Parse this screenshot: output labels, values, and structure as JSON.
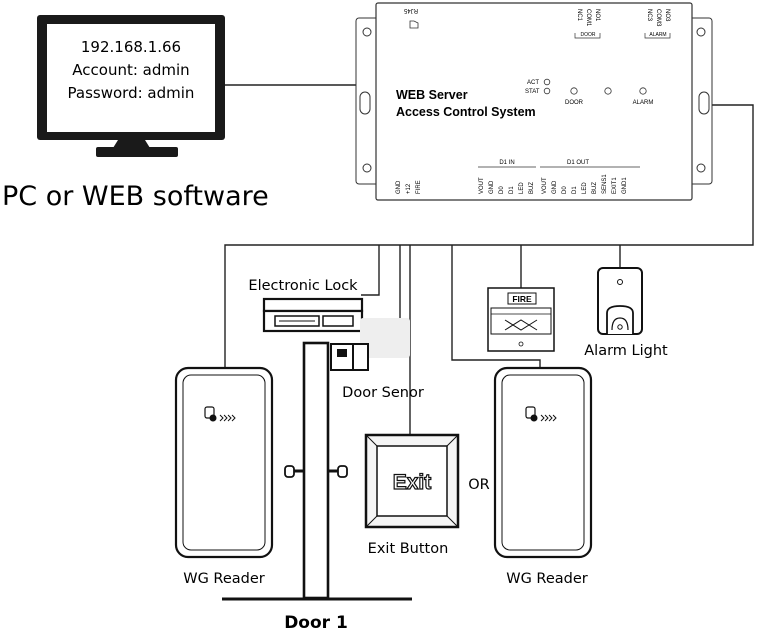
{
  "pc": {
    "ip": "192.168.1.66",
    "account": "Account: admin",
    "password": "Password: admin",
    "caption": "PC or WEB software"
  },
  "controller": {
    "title_line1": "WEB Server",
    "title_line2": "Access Control System",
    "rj45": "RJ45",
    "act": "ACT",
    "stat": "STAT",
    "door_led": "DOOR",
    "alarm_led": "ALARM",
    "top_door_terms": [
      "NC1",
      "COM1",
      "NO1"
    ],
    "top_door_group": "DOOR",
    "top_alarm_terms": [
      "NC3",
      "COM3",
      "NO3"
    ],
    "top_alarm_group": "ALARM",
    "left_terms": [
      "GND",
      "+12",
      "FIRE"
    ],
    "d1_in_group": "D1 IN",
    "d1_in_terms": [
      "VOUT",
      "GND",
      "D0",
      "D1",
      "LED",
      "BUZ"
    ],
    "d1_out_group": "D1 OUT",
    "d1_out_terms": [
      "VOUT",
      "GND",
      "D0",
      "D1",
      "LED",
      "BUZ",
      "SENS1",
      "EXIT1",
      "GND1"
    ]
  },
  "devices": {
    "lock": "Electronic Lock",
    "fire": "FIRE",
    "alarm_light": "Alarm Light",
    "door_sensor": "Door Senor",
    "exit_text": "Exit",
    "exit_button": "Exit Button",
    "or": "OR",
    "reader_left": "WG Reader",
    "reader_right": "WG Reader",
    "door": "Door 1"
  }
}
